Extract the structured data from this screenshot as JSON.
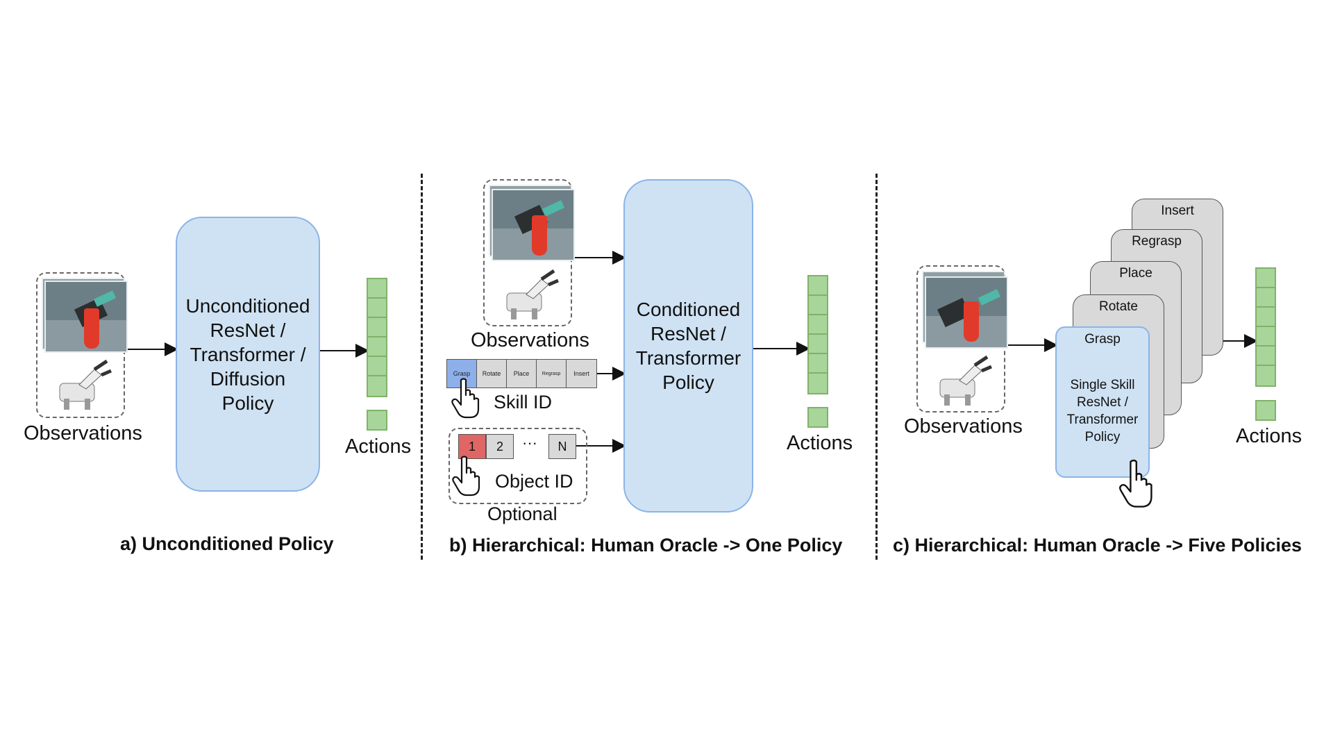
{
  "panel_a": {
    "observations_label": "Observations",
    "policy_lines": [
      "Unconditioned",
      "ResNet /",
      "Transformer /",
      "Diffusion",
      "Policy"
    ],
    "actions_label": "Actions",
    "caption": "a) Unconditioned Policy"
  },
  "panel_b": {
    "observations_label": "Observations",
    "skills": [
      "Grasp",
      "Rotate",
      "Place",
      "Regrasp",
      "Insert"
    ],
    "selected_skill": "Grasp",
    "skill_id_label": "Skill ID",
    "object_ids": [
      "1",
      "2",
      "···",
      "N"
    ],
    "selected_object": "1",
    "object_id_label": "Object ID",
    "optional_label": "Optional",
    "policy_lines": [
      "Conditioned",
      "ResNet /",
      "Transformer",
      "Policy"
    ],
    "actions_label": "Actions",
    "caption": "b) Hierarchical: Human Oracle -> One Policy"
  },
  "panel_c": {
    "observations_label": "Observations",
    "stack_labels": [
      "Insert",
      "Regrasp",
      "Place",
      "Rotate"
    ],
    "front_label": "Grasp",
    "front_policy_lines": [
      "Single Skill",
      "ResNet /",
      "Transformer",
      "Policy"
    ],
    "actions_label": "Actions",
    "caption": "c) Hierarchical: Human Oracle -> Five Policies"
  },
  "colors": {
    "policy_fill": "#cfe2f3",
    "policy_border": "#8ab4e8",
    "action_fill": "#a8d59a",
    "selected_skill": "#8eb0ea",
    "selected_object": "#e06666",
    "card_fill": "#d9d9d9"
  },
  "icons": [
    "hand-pointer-icon",
    "robot-gripper-icon",
    "scene-image-icon"
  ]
}
